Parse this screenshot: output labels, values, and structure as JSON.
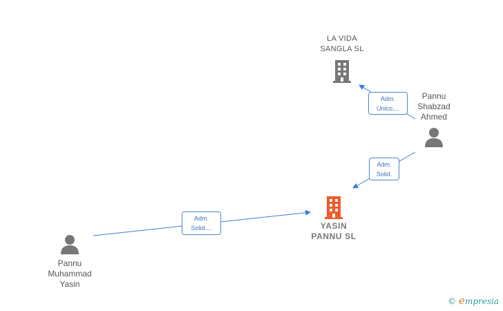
{
  "nodes": {
    "la_vida": {
      "label": "LA VIDA\nSANGLA SL",
      "type": "company",
      "color": "#777777"
    },
    "yasin_pannu": {
      "label": "YASIN\nPANNU SL",
      "type": "company-main",
      "color": "#f05a28"
    },
    "shabzad": {
      "label": "Pannu\nShabzad\nAhmed",
      "type": "person",
      "color": "#777777"
    },
    "muhammad": {
      "label": "Pannu\nMuhammad\nYasin",
      "type": "person",
      "color": "#777777"
    }
  },
  "relations": {
    "shabzad_to_lavida": "Adm.\nUnico,...",
    "shabzad_to_yasin": "Adm.\nSolid.",
    "muhammad_to_yasin": "Adm.\nSolid...."
  },
  "colors": {
    "edge": "#3a7bd5",
    "box_border": "#4a86c8"
  },
  "brand": {
    "copyright": "©",
    "initial": "e",
    "rest": "mpresia"
  }
}
